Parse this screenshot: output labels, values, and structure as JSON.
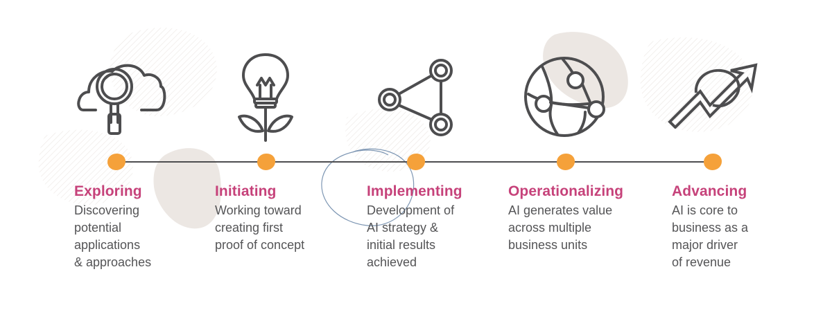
{
  "colors": {
    "accent_title": "#c6427a",
    "dot": "#f5a13a",
    "icon_stroke": "#4d4d4f",
    "text": "#545456",
    "blob": "#ece7e3"
  },
  "stages": [
    {
      "title": "Exploring",
      "description": "Discovering\npotential\napplications\n& approaches",
      "icon": "magnifier-cloud-icon"
    },
    {
      "title": "Initiating",
      "description": "Working toward\ncreating first\nproof of concept",
      "icon": "lightbulb-plant-icon"
    },
    {
      "title": "Implementing",
      "description": "Development of\nAI strategy &\ninitial results\nachieved",
      "icon": "connected-nodes-icon"
    },
    {
      "title": "Operationalizing",
      "description": "AI generates value\nacross multiple\nbusiness units",
      "icon": "globe-network-icon"
    },
    {
      "title": "Advancing",
      "description": "AI is core to\nbusiness as a\nmajor driver\nof revenue",
      "icon": "trend-arrow-icon"
    }
  ]
}
